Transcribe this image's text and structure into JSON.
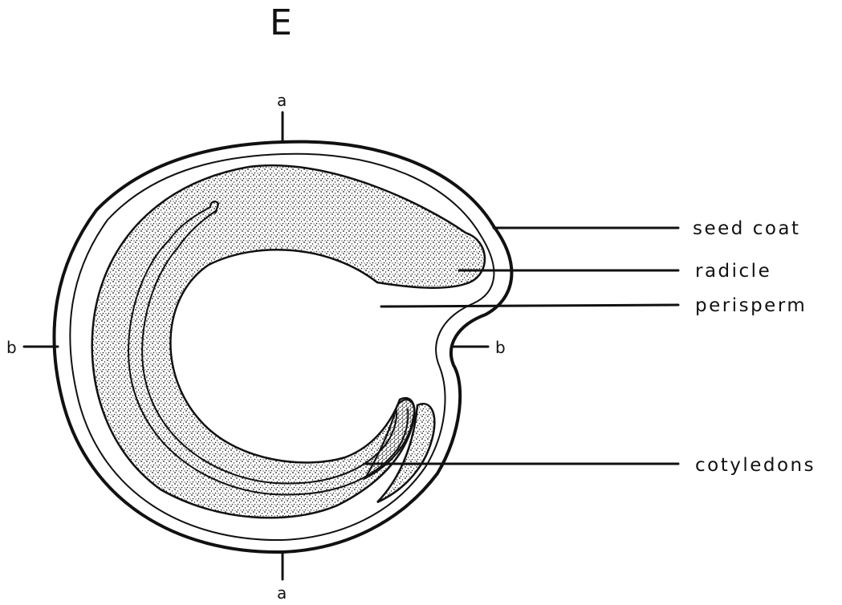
{
  "panel_letter": "E",
  "axis_marks": {
    "top": "a",
    "bottom": "a",
    "left": "b",
    "right": "b"
  },
  "labels": {
    "seed_coat": "seed coat",
    "radicle": "radicle",
    "perisperm": "perisperm",
    "cotyledons": "cotyledons"
  }
}
